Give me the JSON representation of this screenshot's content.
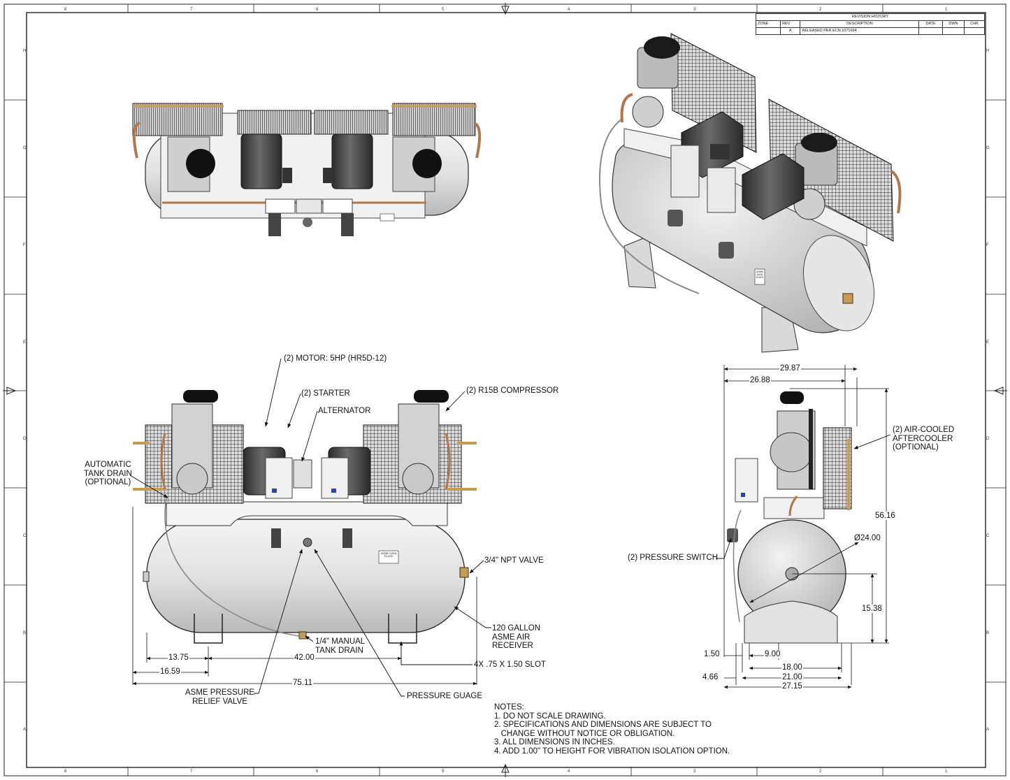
{
  "revision_table": {
    "title": "REVISION HISTORY",
    "headers": [
      "ZONE",
      "REV",
      "DESCRIPTION",
      "DATE",
      "DWN",
      "CHK"
    ],
    "rows": [
      [
        "",
        "A",
        "RELEASED PER ECN 1071694",
        "",
        "",
        ""
      ]
    ]
  },
  "zones": {
    "top": [
      "8",
      "7",
      "6",
      "5",
      "4",
      "3",
      "2",
      "1"
    ],
    "side": [
      "H",
      "G",
      "F",
      "E",
      "D",
      "C",
      "B",
      "A"
    ]
  },
  "callouts": {
    "motor": "(2) MOTOR: 5HP (HR5D-12)",
    "starter": "(2) STARTER",
    "alternator": "ALTERNATOR",
    "compressor": "(2) R15B COMPRESSOR",
    "tank_drain": [
      "AUTOMATIC",
      "TANK DRAIN",
      "(OPTIONAL)"
    ],
    "npt_valve": "3/4\" NPT VALVE",
    "receiver": [
      "120 GALLON",
      "ASME AIR",
      "RECEIVER"
    ],
    "manual_drain": [
      "1/4\" MANUAL",
      "TANK DRAIN"
    ],
    "slot": "4X .75 X 1.50 SLOT",
    "relief_valve": [
      "ASME PRESSURE",
      "RELIEF VALVE"
    ],
    "gauge": "PRESSURE GUAGE",
    "aftercooler": [
      "(2) AIR-COOLED",
      "AFTERCOOLER",
      "(OPTIONAL)"
    ],
    "pressure_switch": "(2) PRESSURE SWITCH"
  },
  "dimensions": {
    "front": {
      "d1": "13.75",
      "d2": "16.59",
      "d3": "42.00",
      "d4": "75.11"
    },
    "side": {
      "w1": "29.87",
      "w2": "26.88",
      "h1": "56.16",
      "dia": "Ø24.00",
      "h2": "15.38",
      "a": "1.50",
      "b": "9.00",
      "c": "18.00",
      "d": "4.66",
      "e": "21.00",
      "f": "27.15"
    }
  },
  "plate_text": "ASME DATA PLATE",
  "notes": [
    "NOTES:",
    "1. DO NOT SCALE DRAWING.",
    "2. SPECIFICATIONS AND DIMENSIONS ARE SUBJECT TO",
    "   CHANGE WITHOUT NOTICE OR OBLIGATION.",
    "3. ALL DIMENSIONS IN INCHES.",
    "4. ADD 1.00\" TO HEIGHT FOR VIBRATION ISOLATION OPTION."
  ]
}
